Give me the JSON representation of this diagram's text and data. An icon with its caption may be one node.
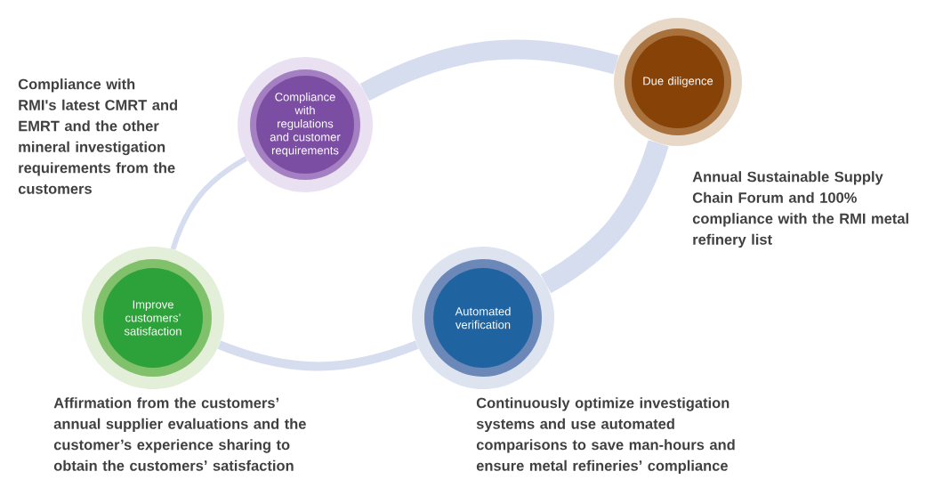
{
  "diagram": {
    "nodes": [
      {
        "text": [
          "Compliance with regulations and customer requirements"
        ]
      },
      {
        "text": [
          "Due diligence"
        ],
        "beside": [
          "Annual Sustainable Supply Chain Forum and 100% compliance with the RMI metal refinery list"
        ]
      },
      {
        "text": [
          "Improve customers’ satisfaction"
        ],
        "beside": [
          "Affirmation from the customers’ annual supplier evaluations and the customer’s experience sharing to obtain the customers’ satisfaction"
        ]
      },
      {
        "text": [
          "Automated verification"
        ],
        "beside": [
          "Continuously optimize investigation systems and use automated comparisons to save man-hours and ensure metal refineries’ compliance"
        ]
      }
    ],
    "edges": [
      {
        "from": 0,
        "to": 1,
        "arrow": "none",
        "style": "thick"
      },
      {
        "from": 1,
        "to": 3,
        "arrow": "none",
        "style": "thick"
      },
      {
        "from": 3,
        "to": 2,
        "arrow": "none"
      },
      {
        "from": 2,
        "to": 0,
        "arrow": "none"
      }
    ],
    "labels": [
      "Compliance with RMI's latest CMRT and EMRT and the other mineral investigation requirements from the customers"
    ]
  }
}
